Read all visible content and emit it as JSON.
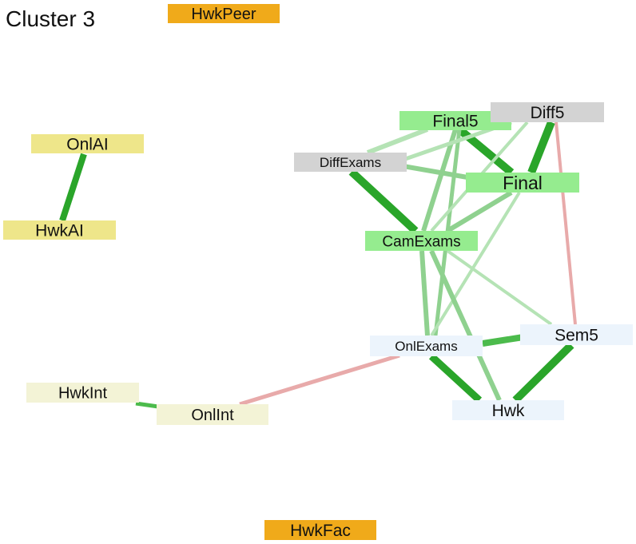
{
  "title": "Cluster 3",
  "colors": {
    "orange": "#f0aa1a",
    "yellow": "#eee68a",
    "cream": "#f3f3d6",
    "green": "#95ec8f",
    "gray": "#d3d3d3",
    "blue": "#ecf4fc",
    "edge_strong": "#2aa52a",
    "edge_medium": "#4cbb4c",
    "edge_light": "#8fd18f",
    "edge_faint": "#b5e3b5",
    "edge_negative": "#e8aaaa"
  },
  "nodes": [
    {
      "id": "HwkPeer",
      "label": "HwkPeer",
      "color": "orange"
    },
    {
      "id": "OnlAI",
      "label": "OnlAI",
      "color": "yellow"
    },
    {
      "id": "HwkAI",
      "label": "HwkAI",
      "color": "yellow"
    },
    {
      "id": "Final5",
      "label": "Final5",
      "color": "green"
    },
    {
      "id": "Diff5",
      "label": "Diff5",
      "color": "gray"
    },
    {
      "id": "DiffExams",
      "label": "DiffExams",
      "color": "gray"
    },
    {
      "id": "Final",
      "label": "Final",
      "color": "green"
    },
    {
      "id": "CamExams",
      "label": "CamExams",
      "color": "green"
    },
    {
      "id": "OnlExams",
      "label": "OnlExams",
      "color": "blue"
    },
    {
      "id": "Sem5",
      "label": "Sem5",
      "color": "blue"
    },
    {
      "id": "HwkInt",
      "label": "HwkInt",
      "color": "cream"
    },
    {
      "id": "OnlInt",
      "label": "OnlInt",
      "color": "cream"
    },
    {
      "id": "Hwk",
      "label": "Hwk",
      "color": "blue"
    },
    {
      "id": "HwkFac",
      "label": "HwkFac",
      "color": "orange"
    }
  ],
  "edges": [
    {
      "source": "OnlAI",
      "target": "HwkAI",
      "color": "edge_strong"
    },
    {
      "source": "HwkInt",
      "target": "OnlInt",
      "color": "edge_medium"
    },
    {
      "source": "OnlInt",
      "target": "OnlExams",
      "color": "edge_negative"
    },
    {
      "source": "Diff5",
      "target": "Sem5",
      "color": "edge_negative"
    },
    {
      "source": "Final5",
      "target": "Final",
      "color": "edge_strong"
    },
    {
      "source": "Final5",
      "target": "CamExams",
      "color": "edge_light"
    },
    {
      "source": "Final5",
      "target": "DiffExams",
      "color": "edge_faint"
    },
    {
      "source": "Final5",
      "target": "OnlExams",
      "color": "edge_light"
    },
    {
      "source": "Diff5",
      "target": "Final",
      "color": "edge_strong"
    },
    {
      "source": "Diff5",
      "target": "DiffExams",
      "color": "edge_faint"
    },
    {
      "source": "Diff5",
      "target": "CamExams",
      "color": "edge_faint"
    },
    {
      "source": "DiffExams",
      "target": "CamExams",
      "color": "edge_strong"
    },
    {
      "source": "DiffExams",
      "target": "Final",
      "color": "edge_light"
    },
    {
      "source": "Final",
      "target": "CamExams",
      "color": "edge_light"
    },
    {
      "source": "Final",
      "target": "OnlExams",
      "color": "edge_faint"
    },
    {
      "source": "CamExams",
      "target": "OnlExams",
      "color": "edge_light"
    },
    {
      "source": "CamExams",
      "target": "Sem5",
      "color": "edge_faint"
    },
    {
      "source": "CamExams",
      "target": "Hwk",
      "color": "edge_light"
    },
    {
      "source": "OnlExams",
      "target": "Sem5",
      "color": "edge_medium"
    },
    {
      "source": "OnlExams",
      "target": "Hwk",
      "color": "edge_strong"
    },
    {
      "source": "Sem5",
      "target": "Hwk",
      "color": "edge_strong"
    }
  ]
}
